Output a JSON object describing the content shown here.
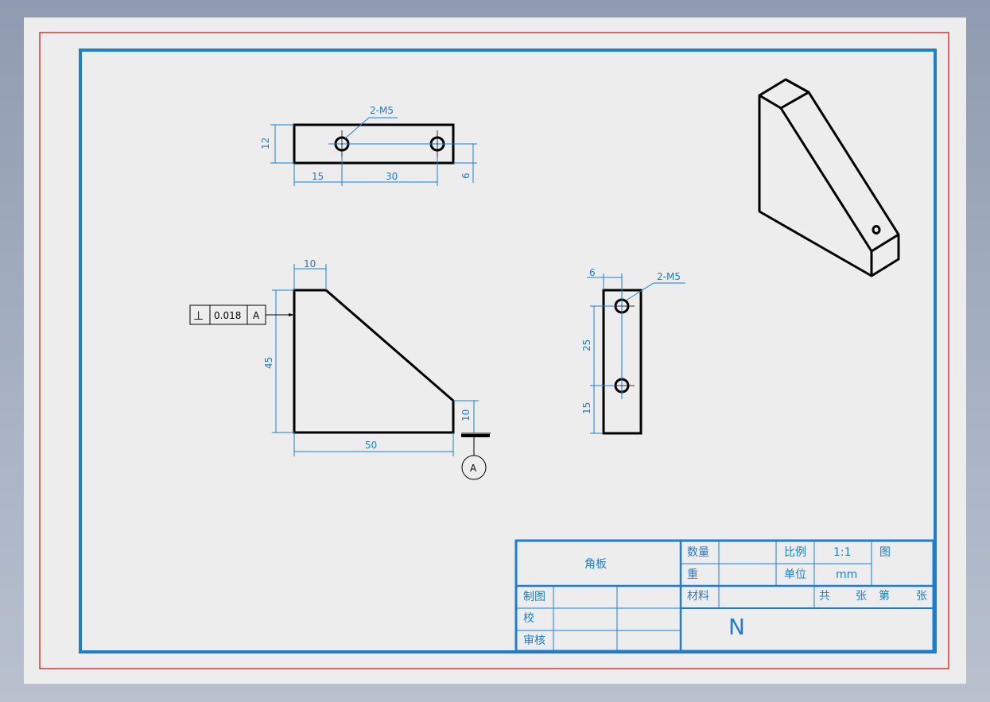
{
  "drawing": {
    "top_view": {
      "callout": "2-M5",
      "dim_height": "12",
      "dim_left": "15",
      "dim_spacing": "30",
      "dim_right": "6"
    },
    "front_view": {
      "dim_top": "10",
      "dim_height": "45",
      "dim_width": "50",
      "dim_right": "10",
      "tolerance_symbol": "⊥",
      "tolerance_value": "0.018",
      "tolerance_datum": "A",
      "datum_label": "A"
    },
    "side_view": {
      "callout": "2-M5",
      "dim_top": "6",
      "dim_spacing": "25",
      "dim_bottom": "15"
    }
  },
  "title_block": {
    "part_name": "角板",
    "quantity_label": "数量",
    "quantity_value": "",
    "scale_label": "比例",
    "scale_value": "1:1",
    "drawing_no_label": "图",
    "weight_label": "重",
    "weight_value": "",
    "unit_label": "单位",
    "unit_value": "mm",
    "drawn_label": "制图",
    "material_label": "材料",
    "material_value": "",
    "total_label": "共",
    "sheet_label1": "张",
    "page_label": "第",
    "sheet_label2": "张",
    "check_label": "校",
    "review_label": "审核",
    "logo_text": "N"
  },
  "colors": {
    "frame_outer": "#d9363a",
    "frame_inner": "#1a7ed6",
    "dimension": "#1a7ed6",
    "geometry": "#000000"
  }
}
